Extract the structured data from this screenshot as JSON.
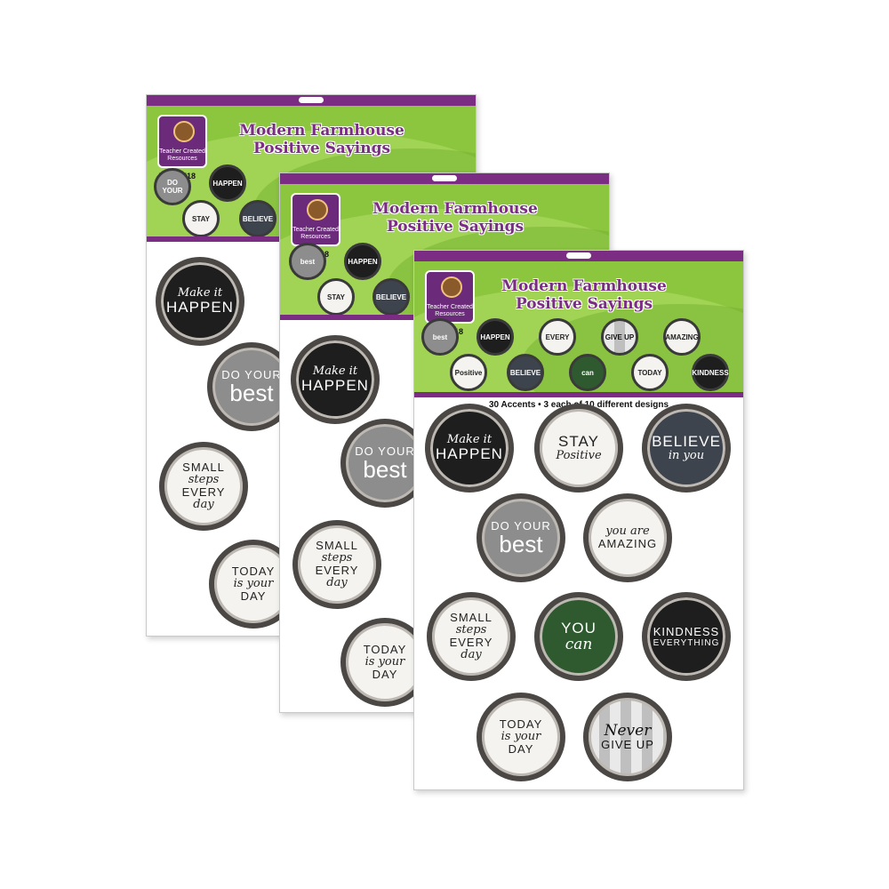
{
  "product": {
    "brand": "Teacher Created Resources",
    "sku": "TCR 8518",
    "title_line1": "Modern Farmhouse",
    "title_line2": "Positive Sayings",
    "caption": "30 Accents • 3 each of 10 different designs",
    "caption_short": "30 Accents • 3"
  },
  "colors": {
    "header_green": "#8cc63f",
    "brand_purple": "#7b2c83",
    "badge_rim": "#4a4745"
  },
  "accents": {
    "make_it": "Make it",
    "happen": "HAPPEN",
    "stay": "STAY",
    "positive": "Positive",
    "believe": "BELIEVE",
    "in_you": "in you",
    "do_your": "DO YOUR",
    "best": "best",
    "you_are": "you are",
    "amazing": "AMAZING",
    "small": "SMALL",
    "steps": "steps",
    "every": "EVERY",
    "day": "day",
    "you": "YOU",
    "can": "can",
    "kindness": "KINDNESS",
    "everything": "EVERYTHING",
    "today": "TODAY",
    "is_your": "is your",
    "day_caps": "DAY",
    "never": "Never",
    "give_up": "GIVE UP"
  }
}
